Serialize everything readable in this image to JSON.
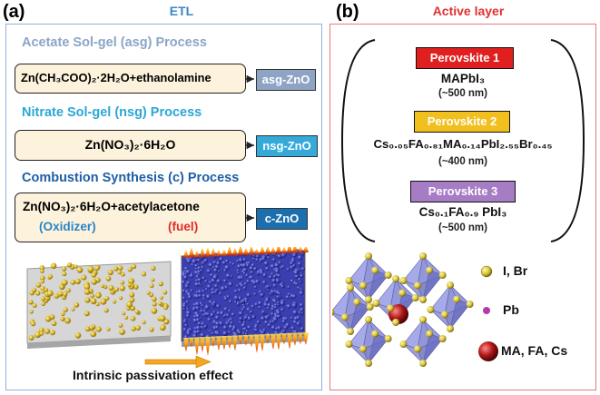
{
  "panel_a": {
    "letter": "(a)",
    "title": "ETL",
    "processes": [
      {
        "title": "Acetate Sol-gel (asg) Process",
        "precursor": "Zn(CH₃COO)₂·2H₂O+ethanolamine",
        "product": "asg-ZnO"
      },
      {
        "title": "Nitrate Sol-gel (nsg) Process",
        "precursor": "Zn(NO₃)₂·6H₂O",
        "product": "nsg-ZnO"
      },
      {
        "title": "Combustion Synthesis (c) Process",
        "precursor": "Zn(NO₃)₂·6H₂O+acetylacetone",
        "product": "c-ZnO",
        "oxidizer_label": "(Oxidizer)",
        "fuel_label": "(fuel)"
      }
    ],
    "caption": "Intrinsic passivation effect"
  },
  "panel_b": {
    "letter": "(b)",
    "title": "Active layer",
    "perovskites": [
      {
        "label": "Perovskite 1",
        "formula": "MAPbI₃",
        "size": "(~500 nm)"
      },
      {
        "label": "Perovskite 2",
        "formula": "Cs₀.₀₅FA₀.₈₁MA₀.₁₄PbI₂.₅₅Br₀.₄₅",
        "size": "(~400 nm)"
      },
      {
        "label": "Perovskite 3",
        "formula": "Cs₀.₁FA₀.₉ PbI₃",
        "size": "(~500 nm)"
      }
    ],
    "legend": [
      {
        "label": "I, Br",
        "color": "#d8c33a"
      },
      {
        "label": "Pb",
        "color": "#b03ab0"
      },
      {
        "label": "MA, FA, Cs",
        "color": "#a01818"
      }
    ]
  },
  "colors": {
    "etl_title": "#3a86c8",
    "active_title": "#e03030",
    "panel_a_border": "#8fb1d9",
    "panel_b_border": "#e77a7a",
    "asg_title": "#8aa6c8",
    "nsg_title": "#2aa7d6",
    "c_title": "#1f5fa6",
    "tag_asg": "#8ea4c4",
    "tag_nsg": "#35a9d8",
    "tag_c": "#1c6fae",
    "oxidizer": "#2a84c8",
    "fuel": "#e02a2a",
    "pvk1": "#e0201f",
    "pvk2": "#f1bf1e",
    "pvk3": "#a67cc4",
    "octahedra": "#7b7fcf"
  }
}
